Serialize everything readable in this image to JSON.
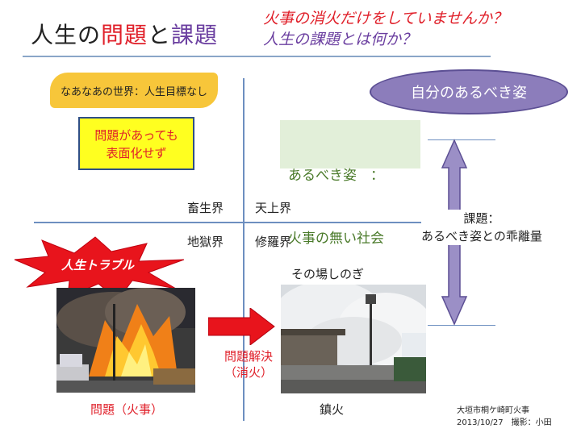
{
  "title": {
    "part1": "人生の",
    "part2": "問題",
    "part3": "と",
    "part4": "課題"
  },
  "subtitle": {
    "line1": "火事の消火だけをしていませんか？",
    "line2_a": "人生の課題",
    "line2_b": "とは何か？"
  },
  "banner": "なあなあの世界：人生目標なし",
  "yellow_box": {
    "line1": "問題があっても",
    "line2": "表面化せず"
  },
  "ellipse": "自分のあるべき姿",
  "green_box": {
    "line1": "あるべき姿　：",
    "line2": "火事の無い社会"
  },
  "quadrants": {
    "tl": "畜生界",
    "tr": "天上界",
    "bl": "地獄界",
    "br": "修羅界"
  },
  "kadai": {
    "line1": "課題：",
    "line2": "あるべき姿との乖離量"
  },
  "burst": "人生トラブル",
  "sonoba": "その場しのぎ",
  "solve": {
    "line1": "問題解決",
    "line2": "（消火）"
  },
  "caption_left": "問題（火事）",
  "caption_right": "鎮火",
  "credit": {
    "line1": "大垣市桐ケ崎町火事",
    "line2": "2013/10/27　撮影：小田"
  },
  "colors": {
    "red": "#e0202a",
    "purple": "#6b3fa0",
    "line": "#6d8fc0",
    "arrow": "#9b8fc6"
  }
}
